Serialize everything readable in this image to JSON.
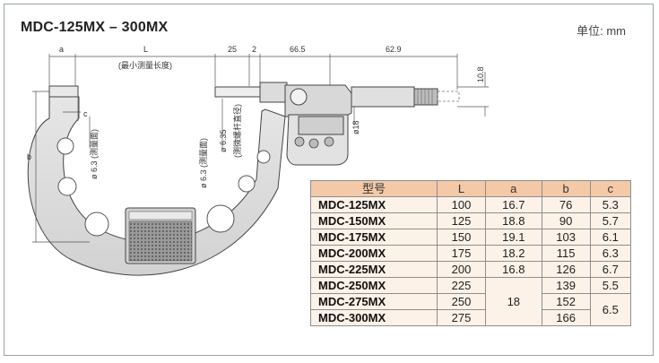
{
  "title": "MDC-125MX – 300MX",
  "unit_label": "单位: mm",
  "dimensions": {
    "a": "a",
    "L": "L",
    "L_note": "(最小测量长度)",
    "d25": "25",
    "d2": "2",
    "d66_5": "66.5",
    "d62_9": "62.9",
    "d10_8": "10.8",
    "c": "c",
    "b": "b",
    "phi18": "ø18",
    "phi63_left": "ø 6.3 (测量面)",
    "phi63_mid": "ø 6.3 (测量面)",
    "phi635": "ø 6.35",
    "phi635_note": "(测微螺杆直径)"
  },
  "table": {
    "headers": [
      "型号",
      "L",
      "a",
      "b",
      "c"
    ],
    "rows": [
      {
        "model": "MDC-125MX",
        "L": "100",
        "a": "16.7",
        "b": "76",
        "c": "5.3"
      },
      {
        "model": "MDC-150MX",
        "L": "125",
        "a": "18.8",
        "b": "90",
        "c": "5.7"
      },
      {
        "model": "MDC-175MX",
        "L": "150",
        "a": "19.1",
        "b": "103",
        "c": "6.1"
      },
      {
        "model": "MDC-200MX",
        "L": "175",
        "a": "18.2",
        "b": "115",
        "c": "6.3"
      },
      {
        "model": "MDC-225MX",
        "L": "200",
        "a": "16.8",
        "b": "126",
        "c": "6.7"
      },
      {
        "model": "MDC-250MX",
        "L": "225",
        "b": "139",
        "c": "5.5"
      },
      {
        "model": "MDC-275MX",
        "L": "250",
        "b": "152"
      },
      {
        "model": "MDC-300MX",
        "L": "275",
        "b": "166"
      }
    ],
    "merged_a": "18",
    "merged_c": "6.5"
  }
}
